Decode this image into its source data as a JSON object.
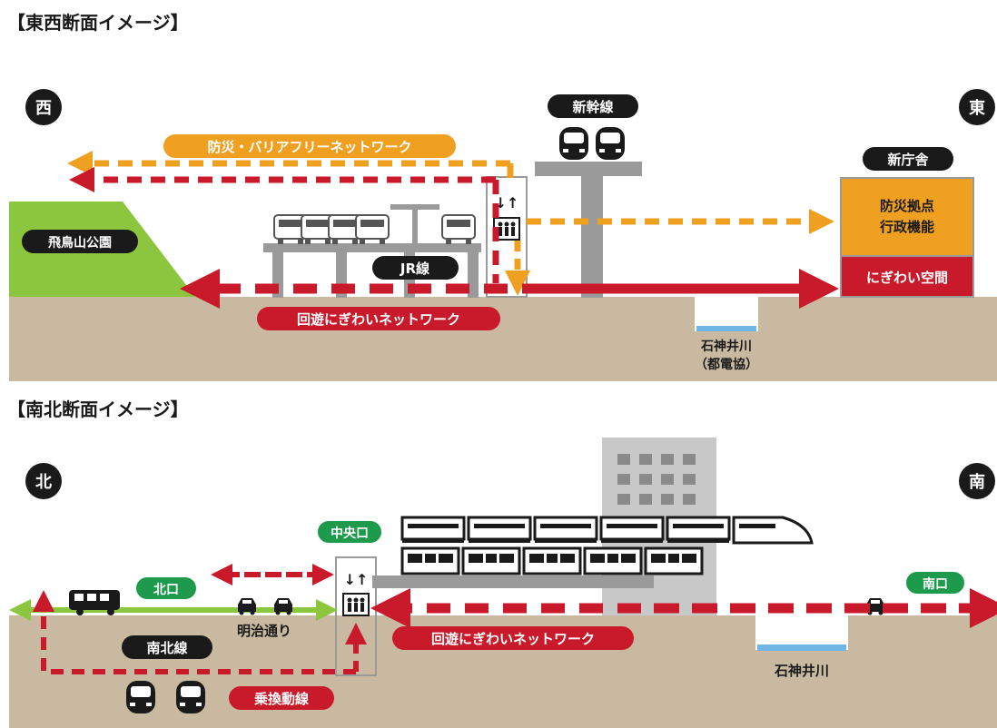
{
  "colors": {
    "ground": "#c9b9a0",
    "red": "#c81a2a",
    "orange": "#f0a020",
    "green": "#8cc63f",
    "park": "#8cc63f",
    "pill_green": "#1e9a4c",
    "pill_dark": "#1a1a1a",
    "structure": "#9a9a9a",
    "building": "#c8c8c8",
    "water": "#6fb6e6"
  },
  "east_west": {
    "title": "【東西断面イメージ】",
    "west_badge": "西",
    "east_badge": "東",
    "shinkansen_label": "新幹線",
    "new_office_label": "新庁舎",
    "disaster_network_label": "防災・バリアフリーネットワーク",
    "park_label": "飛鳥山公園",
    "jr_label": "JR線",
    "base_line1": "防災拠点",
    "base_line2": "行政機能",
    "bustle_space": "にぎわい空間",
    "loop_network_label": "回遊にぎわいネットワーク",
    "river_line1": "石神井川",
    "river_line2": "（都電協）",
    "elevator_arrows": "↓↑"
  },
  "north_south": {
    "title": "【南北断面イメージ】",
    "north_badge": "北",
    "south_badge": "南",
    "central_exit": "中央口",
    "north_exit": "北口",
    "south_exit": "南口",
    "meiji_street": "明治通り",
    "nanboku_line": "南北線",
    "transfer_line": "乗換動線",
    "loop_network_label": "回遊にぎわいネットワーク",
    "river": "石神井川",
    "elevator_arrows": "↓↑"
  }
}
